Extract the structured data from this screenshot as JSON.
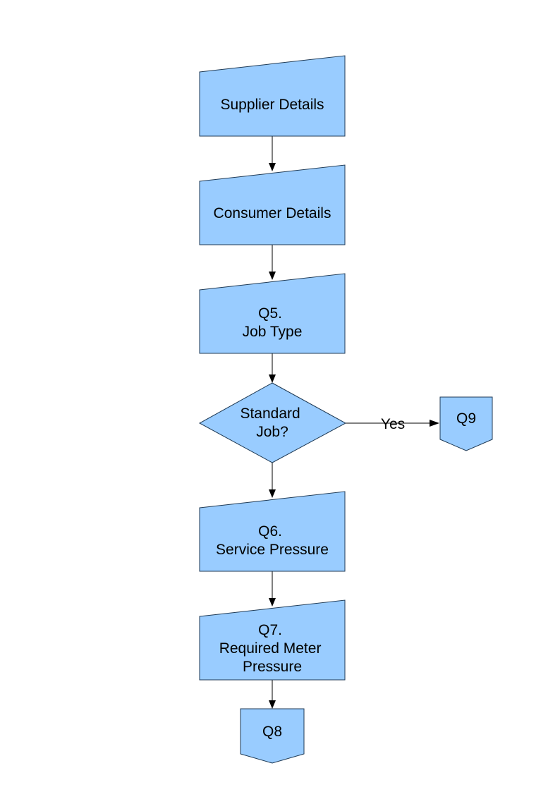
{
  "colors": {
    "node_fill": "#99ccff",
    "node_stroke": "#1f3a55",
    "connector": "#000000"
  },
  "nodes": {
    "supplier_details": {
      "shape": "manual-input",
      "lines": [
        "Supplier Details"
      ]
    },
    "consumer_details": {
      "shape": "manual-input",
      "lines": [
        "Consumer Details"
      ]
    },
    "q5_job_type": {
      "shape": "manual-input",
      "lines": [
        "Q5.",
        "Job Type"
      ]
    },
    "standard_job": {
      "shape": "decision",
      "lines": [
        "Standard",
        "Job?"
      ]
    },
    "q9": {
      "shape": "off-page-connector",
      "lines": [
        "Q9"
      ]
    },
    "q6_service_pressure": {
      "shape": "manual-input",
      "lines": [
        "Q6.",
        "Service Pressure"
      ]
    },
    "q7_required_meter_pressure": {
      "shape": "manual-input",
      "lines": [
        "Q7.",
        "Required Meter",
        "Pressure"
      ]
    },
    "q8": {
      "shape": "off-page-connector",
      "lines": [
        "Q8"
      ]
    }
  },
  "edges": [
    {
      "from": "supplier_details",
      "to": "consumer_details",
      "label": ""
    },
    {
      "from": "consumer_details",
      "to": "q5_job_type",
      "label": ""
    },
    {
      "from": "q5_job_type",
      "to": "standard_job",
      "label": ""
    },
    {
      "from": "standard_job",
      "to": "q9",
      "label": "Yes"
    },
    {
      "from": "standard_job",
      "to": "q6_service_pressure",
      "label": ""
    },
    {
      "from": "q6_service_pressure",
      "to": "q7_required_meter_pressure",
      "label": ""
    },
    {
      "from": "q7_required_meter_pressure",
      "to": "q8",
      "label": ""
    }
  ]
}
